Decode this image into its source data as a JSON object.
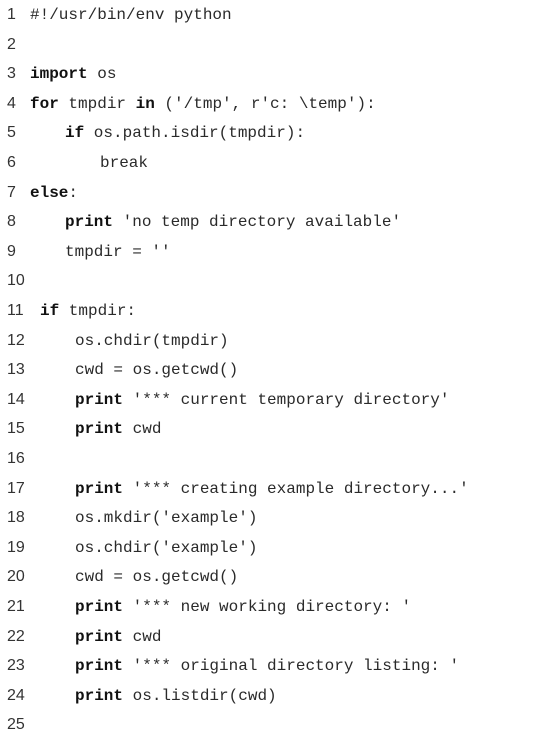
{
  "code": {
    "lines": [
      {
        "number": "1",
        "indent": 0,
        "parts": [
          {
            "text": "#!/usr/bin/env python",
            "keyword": false
          }
        ]
      },
      {
        "number": "2",
        "indent": 0,
        "parts": []
      },
      {
        "number": "3",
        "indent": 0,
        "parts": [
          {
            "text": "import",
            "keyword": true
          },
          {
            "text": " os",
            "keyword": false
          }
        ]
      },
      {
        "number": "4",
        "indent": 0,
        "parts": [
          {
            "text": "for",
            "keyword": true
          },
          {
            "text": " tmpdir ",
            "keyword": false
          },
          {
            "text": "in",
            "keyword": true
          },
          {
            "text": " ('/tmp', r'c: \\temp'):",
            "keyword": false
          }
        ]
      },
      {
        "number": "5",
        "indent": 1,
        "parts": [
          {
            "text": "if",
            "keyword": true
          },
          {
            "text": " os.path.isdir(tmpdir):",
            "keyword": false
          }
        ]
      },
      {
        "number": "6",
        "indent": 2,
        "parts": [
          {
            "text": "break",
            "keyword": false
          }
        ]
      },
      {
        "number": "7",
        "indent": 0,
        "parts": [
          {
            "text": "else",
            "keyword": true
          },
          {
            "text": ":",
            "keyword": false
          }
        ]
      },
      {
        "number": "8",
        "indent": 1,
        "parts": [
          {
            "text": "print",
            "keyword": true
          },
          {
            "text": " 'no temp directory available'",
            "keyword": false
          }
        ]
      },
      {
        "number": "9",
        "indent": 1,
        "parts": [
          {
            "text": "tmpdir = ''",
            "keyword": false
          }
        ]
      },
      {
        "number": "10",
        "indent": 0,
        "parts": []
      },
      {
        "number": "11",
        "indent": 0,
        "parts": [
          {
            "text": "if",
            "keyword": true
          },
          {
            "text": " tmpdir:",
            "keyword": false
          }
        ]
      },
      {
        "number": "12",
        "indent": 1,
        "parts": [
          {
            "text": "os.chdir(tmpdir)",
            "keyword": false
          }
        ]
      },
      {
        "number": "13",
        "indent": 1,
        "parts": [
          {
            "text": "cwd = os.getcwd()",
            "keyword": false
          }
        ]
      },
      {
        "number": "14",
        "indent": 1,
        "parts": [
          {
            "text": "print",
            "keyword": true
          },
          {
            "text": " '*** current temporary directory'",
            "keyword": false
          }
        ]
      },
      {
        "number": "15",
        "indent": 1,
        "parts": [
          {
            "text": "print",
            "keyword": true
          },
          {
            "text": " cwd",
            "keyword": false
          }
        ]
      },
      {
        "number": "16",
        "indent": 0,
        "parts": []
      },
      {
        "number": "17",
        "indent": 1,
        "parts": [
          {
            "text": "print",
            "keyword": true
          },
          {
            "text": " '*** creating example directory...'",
            "keyword": false
          }
        ]
      },
      {
        "number": "18",
        "indent": 1,
        "parts": [
          {
            "text": "os.mkdir('example')",
            "keyword": false
          }
        ]
      },
      {
        "number": "19",
        "indent": 1,
        "parts": [
          {
            "text": "os.chdir('example')",
            "keyword": false
          }
        ]
      },
      {
        "number": "20",
        "indent": 1,
        "parts": [
          {
            "text": "cwd = os.getcwd()",
            "keyword": false
          }
        ]
      },
      {
        "number": "21",
        "indent": 1,
        "parts": [
          {
            "text": "print",
            "keyword": true
          },
          {
            "text": " '*** new working directory: '",
            "keyword": false
          }
        ]
      },
      {
        "number": "22",
        "indent": 1,
        "parts": [
          {
            "text": "print",
            "keyword": true
          },
          {
            "text": " cwd",
            "keyword": false
          }
        ]
      },
      {
        "number": "23",
        "indent": 1,
        "parts": [
          {
            "text": "print",
            "keyword": true
          },
          {
            "text": " '*** original directory listing: '",
            "keyword": false
          }
        ]
      },
      {
        "number": "24",
        "indent": 1,
        "parts": [
          {
            "text": "print",
            "keyword": true
          },
          {
            "text": " os.listdir(cwd)",
            "keyword": false
          }
        ]
      },
      {
        "number": "25",
        "indent": 0,
        "parts": []
      }
    ]
  }
}
